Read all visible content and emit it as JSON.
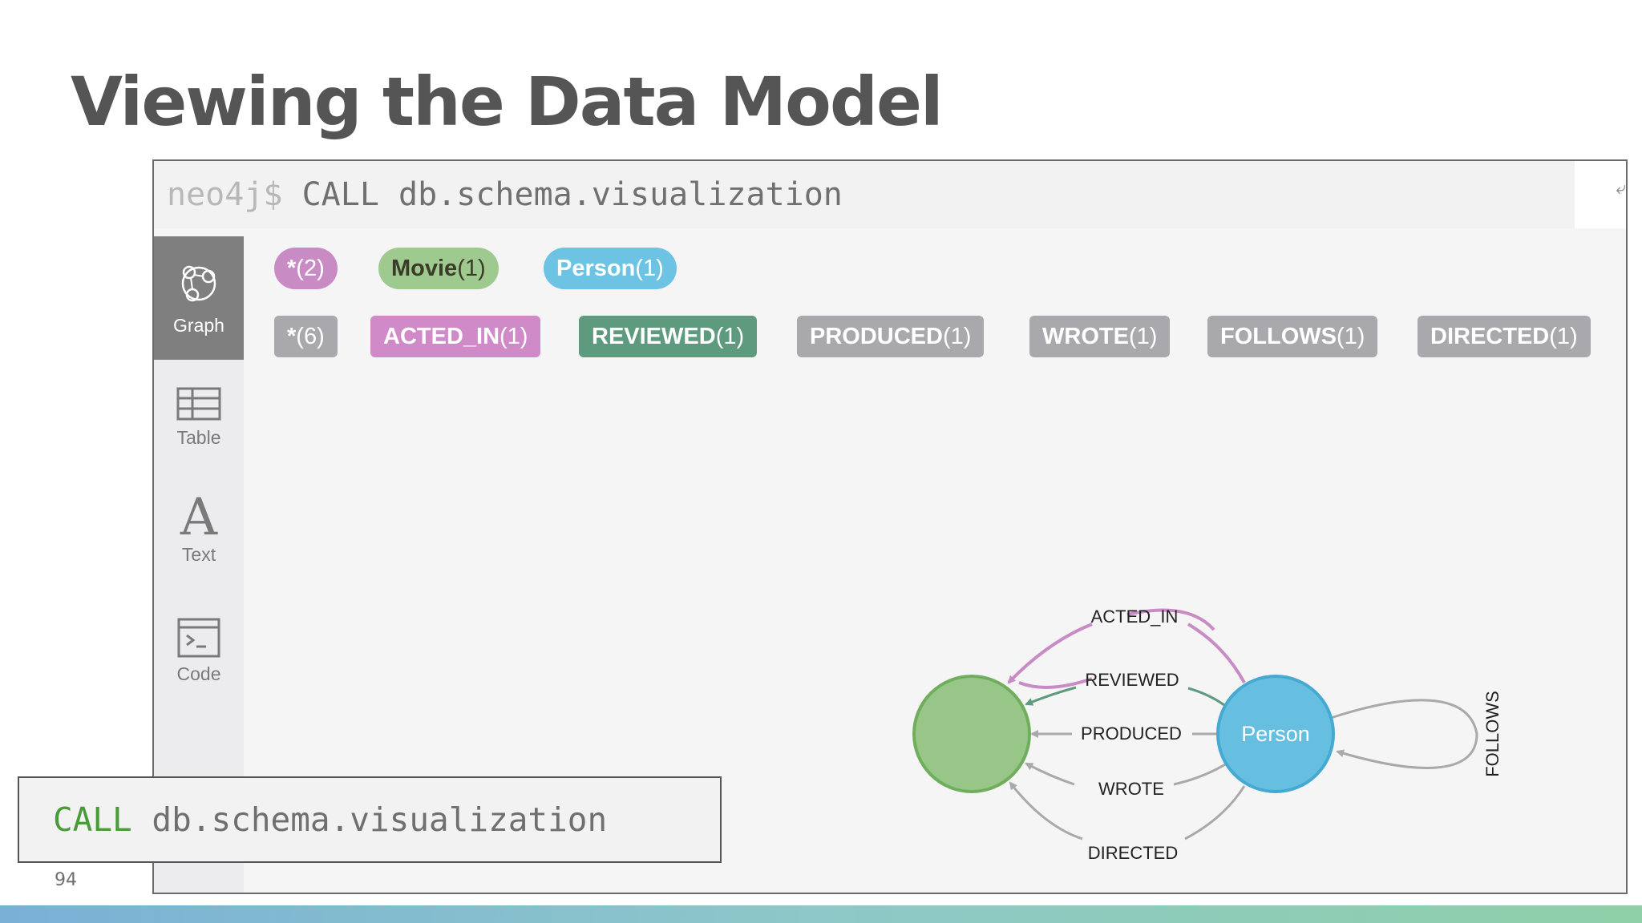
{
  "slide": {
    "title": "Viewing the Data Model",
    "page_number": "94"
  },
  "browser": {
    "prompt": "neo4j$",
    "command": "CALL db.schema.visualization",
    "right_glyph": "⤶",
    "sidebar": [
      {
        "label": "Graph",
        "icon": "graph-icon",
        "active": true
      },
      {
        "label": "Table",
        "icon": "table-icon",
        "active": false
      },
      {
        "label": "Text",
        "icon": "text-icon",
        "active": false
      },
      {
        "label": "Code",
        "icon": "code-icon",
        "active": false
      }
    ],
    "node_labels": [
      {
        "name": "*",
        "count": "(2)",
        "bg": "#c98bc4",
        "fg": "#ffffff"
      },
      {
        "name": "Movie",
        "count": "(1)",
        "bg": "#9ec98f",
        "fg": "#3b3b28"
      },
      {
        "name": "Person",
        "count": "(1)",
        "bg": "#6cc3e3",
        "fg": "#ffffff"
      }
    ],
    "rel_types": [
      {
        "name": "*",
        "count": "(6)",
        "bg": "#a9a9ad",
        "fg": "#ffffff"
      },
      {
        "name": "ACTED_IN",
        "count": "(1)",
        "bg": "#d08ac7",
        "fg": "#ffffff"
      },
      {
        "name": "REVIEWED",
        "count": "(1)",
        "bg": "#5e9a7d",
        "fg": "#ffffff"
      },
      {
        "name": "PRODUCED",
        "count": "(1)",
        "bg": "#a9a9ad",
        "fg": "#ffffff"
      },
      {
        "name": "WROTE",
        "count": "(1)",
        "bg": "#a9a9ad",
        "fg": "#ffffff"
      },
      {
        "name": "FOLLOWS",
        "count": "(1)",
        "bg": "#a9a9ad",
        "fg": "#ffffff"
      },
      {
        "name": "DIRECTED",
        "count": "(1)",
        "bg": "#a9a9ad",
        "fg": "#ffffff"
      }
    ]
  },
  "graph": {
    "nodes": {
      "movie": {
        "label": "",
        "color": "#97c688",
        "stroke": "#6fae5d"
      },
      "person": {
        "label": "Person",
        "color": "#66bfe0",
        "stroke": "#45a9d2"
      }
    },
    "edges": {
      "acted_in": {
        "label": "ACTED_IN",
        "color": "#c98bc4"
      },
      "reviewed": {
        "label": "REVIEWED",
        "color": "#5e9a7d"
      },
      "produced": {
        "label": "PRODUCED",
        "color": "#a9a9ad"
      },
      "wrote": {
        "label": "WROTE",
        "color": "#a9a9ad"
      },
      "directed": {
        "label": "DIRECTED",
        "color": "#a9a9ad"
      },
      "follows": {
        "label": "FOLLOWS",
        "color": "#a9a9ad"
      }
    }
  },
  "code": {
    "keyword": "CALL",
    "rest": " db.schema.visualization"
  }
}
